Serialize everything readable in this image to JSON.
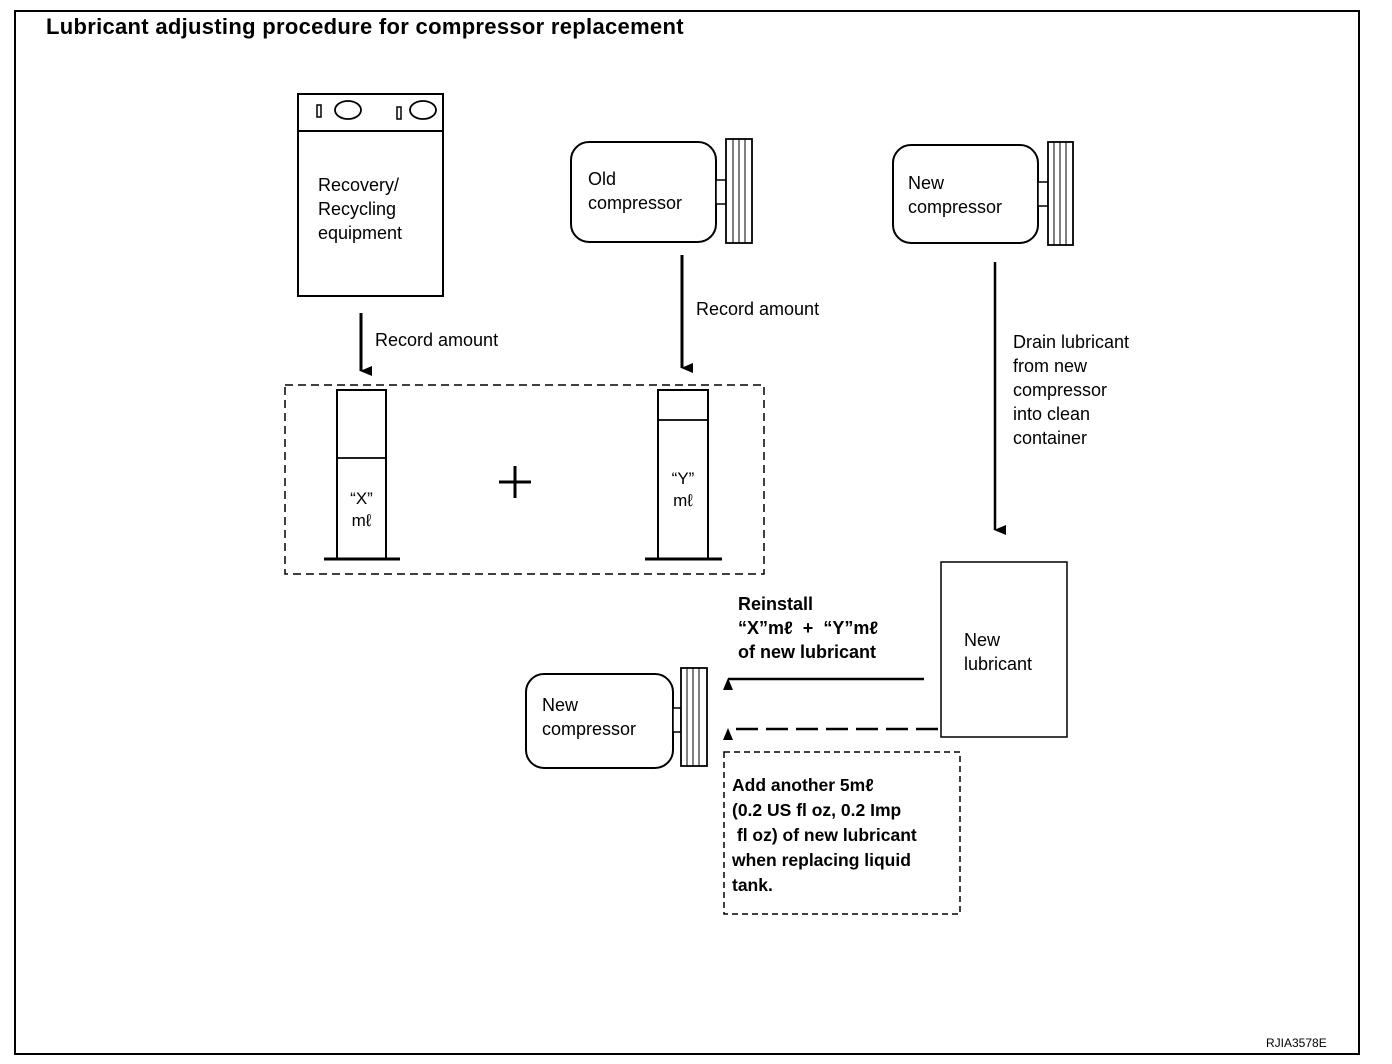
{
  "title": "Lubricant adjusting procedure for compressor replacement",
  "recovery_equipment": {
    "label_lines": [
      "Recovery/",
      "Recycling",
      "equipment"
    ]
  },
  "old_compressor": {
    "label_lines": [
      "Old",
      "compressor"
    ]
  },
  "new_compressor_top": {
    "label_lines": [
      "New",
      "compressor"
    ]
  },
  "record_amount_left": "Record amount",
  "record_amount_right": "Record amount",
  "drain_text_lines": [
    "Drain lubricant",
    "from new",
    "compressor",
    "into clean",
    "container"
  ],
  "cylinder_x": {
    "label_lines": [
      "“X”",
      "mℓ"
    ]
  },
  "cylinder_y": {
    "label_lines": [
      "“Y”",
      "mℓ"
    ]
  },
  "plus_sign": "+",
  "new_lubricant": {
    "label_lines": [
      "New",
      "lubricant"
    ]
  },
  "reinstall_text_lines": [
    "Reinstall",
    "“X”mℓ  +  “Y”mℓ",
    "of new lubricant"
  ],
  "new_compressor_bottom": {
    "label_lines": [
      "New",
      "compressor"
    ]
  },
  "add_note_lines": [
    "Add another 5mℓ",
    "(0.2 US fl oz, 0.2 Imp",
    " fl oz) of new lubricant",
    "when replacing liquid",
    "tank."
  ],
  "figure_id": "RJIA3578E"
}
